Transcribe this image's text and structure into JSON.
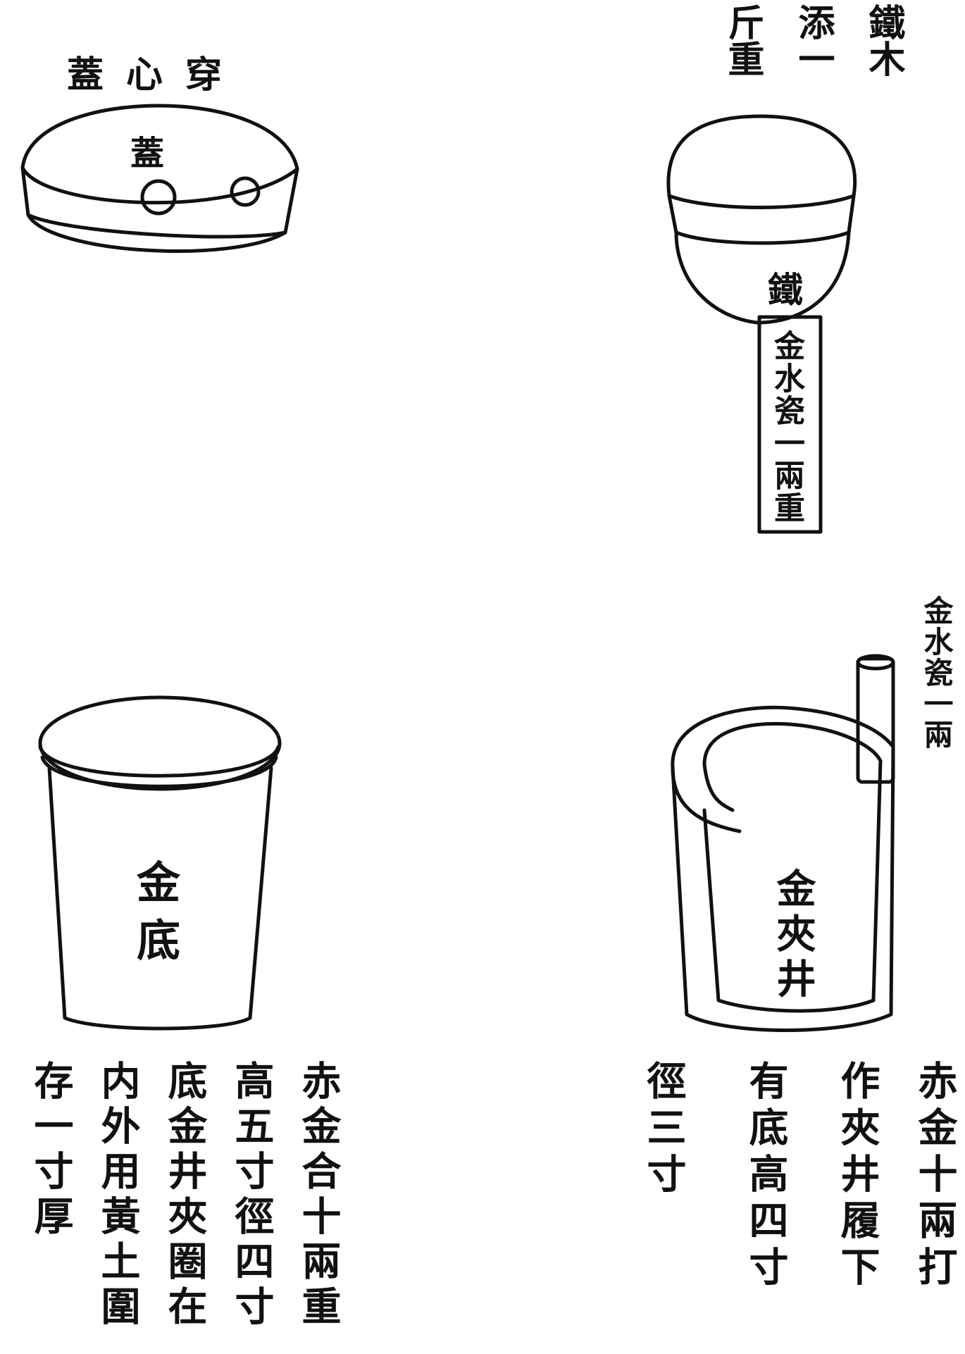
{
  "top_left": {
    "caption": "穿心蓋",
    "label": "蓋"
  },
  "top_right": {
    "caption_lines": [
      "鐵木",
      "添一",
      "斤重"
    ],
    "body_label": "鐵",
    "handle_label": "金水瓷一兩重"
  },
  "bottom_left": {
    "label": "金底",
    "desc_lines": [
      "赤金合十兩重",
      "高五寸徑四寸",
      "底金井夾圈在",
      "内外用黃土圍",
      "存一寸厚"
    ]
  },
  "bottom_right": {
    "side_label": "金水瓷一兩",
    "label": "金夾井",
    "desc_lines": [
      "赤金十兩打",
      "作夾井履下",
      "有底高四寸",
      "徑三寸"
    ]
  }
}
